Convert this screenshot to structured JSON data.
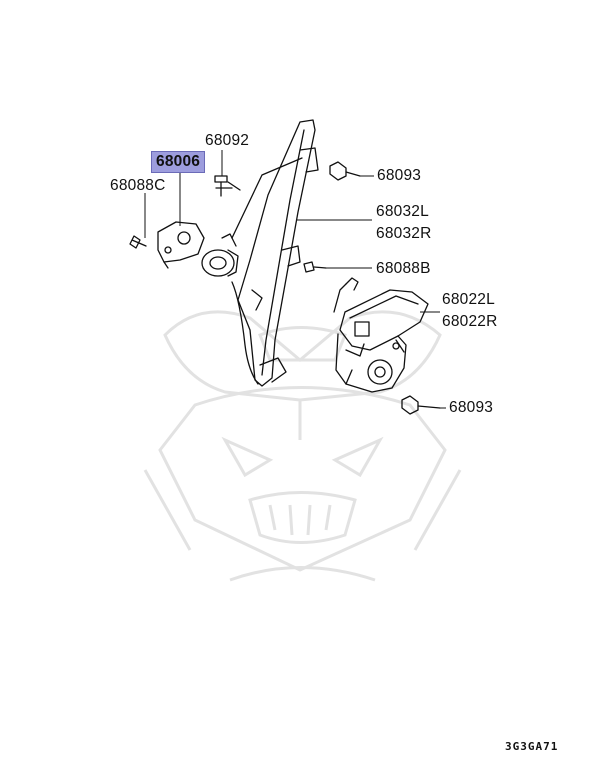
{
  "labels": {
    "p68092": "68092",
    "p68006": "68006",
    "p68088c": "68088C",
    "p68093_top": "68093",
    "p68032l": "68032L",
    "p68032r": "68032R",
    "p68088b": "68088B",
    "p68022l": "68022L",
    "p68022r": "68022R",
    "p68093_bottom": "68093"
  },
  "diagram_code": "3G3GA71",
  "colors": {
    "line": "#111111",
    "highlight": "#9d9ddd",
    "watermark": "#e4e4e4"
  },
  "watermark": "samurai-crest-icon"
}
